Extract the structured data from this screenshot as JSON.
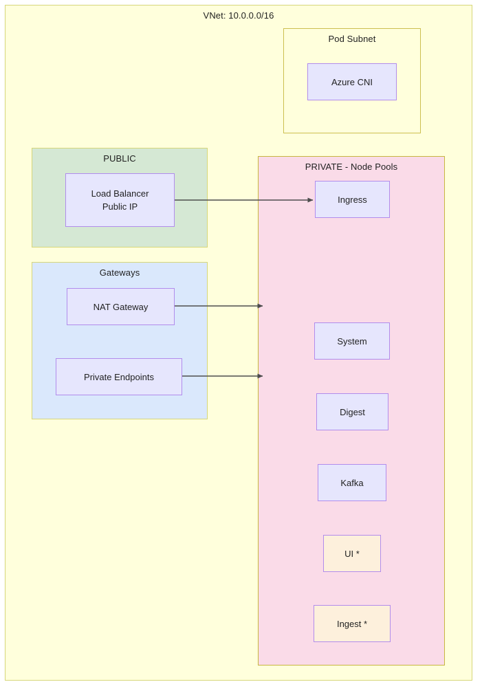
{
  "diagram": {
    "title": "VNet: 10.0.0.0/16",
    "vnet": {
      "label": "VNet: 10.0.0.0/16",
      "fill": "#ffffdc",
      "stroke": "#d6d67a"
    },
    "zones": [
      {
        "name": "pod-subnet",
        "title": "Pod Subnet",
        "fill": "#ffffdc",
        "stroke": "#ccbf4f",
        "nodes": [
          {
            "name": "azure-cni",
            "label": "Azure CNI",
            "fill": "#e6e6fd",
            "stroke": "#b18cec"
          }
        ]
      },
      {
        "name": "public",
        "title": "PUBLIC",
        "fill": "#d5e8d4",
        "stroke": "#d6d67a",
        "nodes": [
          {
            "name": "load-balancer",
            "label": "Load Balancer\nPublic IP",
            "fill": "#e6e6fd",
            "stroke": "#b18cec"
          }
        ]
      },
      {
        "name": "gateways",
        "title": "Gateways",
        "fill": "#dae8fc",
        "stroke": "#d6d67a",
        "nodes": [
          {
            "name": "nat-gateway",
            "label": "NAT Gateway",
            "fill": "#e6e6fd",
            "stroke": "#b18cec"
          },
          {
            "name": "private-endpoints",
            "label": "Private Endpoints",
            "fill": "#e6e6fd",
            "stroke": "#b18cec"
          }
        ]
      },
      {
        "name": "private-node-pools",
        "title": "PRIVATE - Node Pools",
        "fill": "#fadbe8",
        "stroke": "#c7b63f",
        "nodes": [
          {
            "name": "ingress",
            "label": "Ingress",
            "fill": "#e6e6fd",
            "stroke": "#b18cec"
          },
          {
            "name": "system",
            "label": "System",
            "fill": "#e6e6fd",
            "stroke": "#b18cec"
          },
          {
            "name": "digest",
            "label": "Digest",
            "fill": "#e6e6fd",
            "stroke": "#b18cec"
          },
          {
            "name": "kafka",
            "label": "Kafka",
            "fill": "#e6e6fd",
            "stroke": "#b18cec"
          },
          {
            "name": "ui",
            "label": "UI *",
            "fill": "#fdf0dc",
            "stroke": "#b18cec"
          },
          {
            "name": "ingest",
            "label": "Ingest *",
            "fill": "#fdf0dc",
            "stroke": "#b18cec"
          }
        ]
      }
    ],
    "edges": [
      {
        "name": "load-balancer-to-ingress",
        "from": "load-balancer",
        "to": "ingress",
        "style": "arrow",
        "color": "#4d4d4d"
      },
      {
        "name": "nat-gateway-to-private",
        "from": "nat-gateway",
        "to": "private-node-pools",
        "style": "arrow",
        "color": "#4d4d4d"
      },
      {
        "name": "private-endpoints-to-private",
        "from": "private-endpoints",
        "to": "private-node-pools",
        "style": "arrow",
        "color": "#4d4d4d"
      }
    ]
  }
}
